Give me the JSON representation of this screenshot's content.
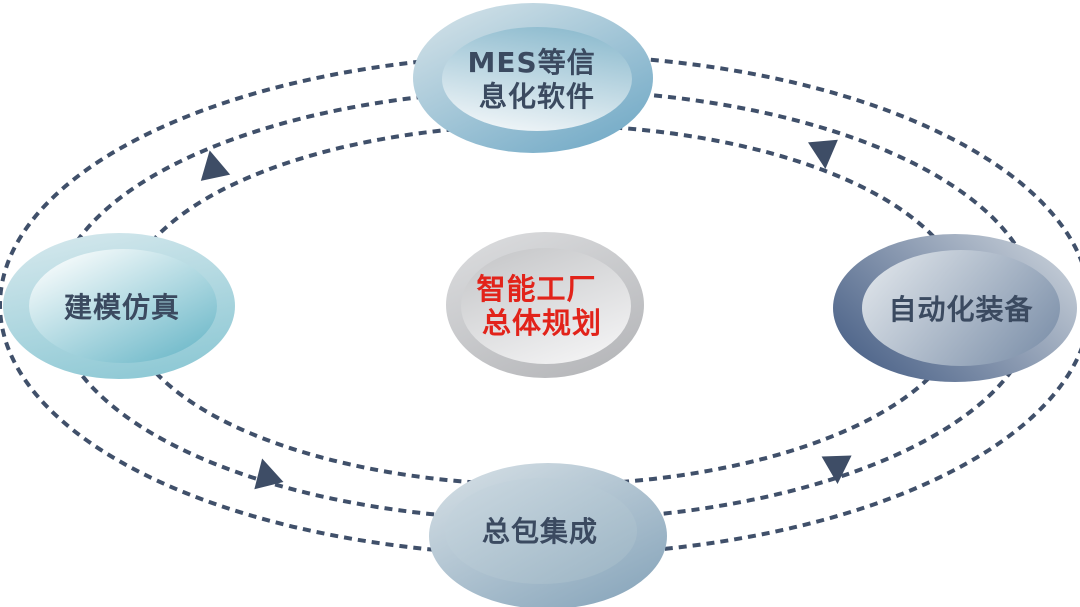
{
  "nodes": {
    "center": {
      "line1": "智能工厂",
      "line2": "总体规划"
    },
    "top": {
      "line1": "MES等信",
      "line2": "息化软件"
    },
    "left": {
      "label": "建模仿真"
    },
    "right": {
      "label": "自动化装备"
    },
    "bottom": {
      "label": "总包集成"
    }
  },
  "orbits": {
    "count": 3,
    "line_style": "dashed",
    "direction": "clockwise",
    "arrow_count": 4
  },
  "colors": {
    "background": "#ffffff",
    "node_label_text": "#3b4a60",
    "center_label_text": "#e2231a",
    "orbit_dash": "#40506a",
    "arrow": "#3e4d66",
    "top_node_ring": [
      "#d9e5ea",
      "#74abc7"
    ],
    "top_node_fill": [
      "#8fbccf",
      "#eef4f7"
    ],
    "left_node_ring": [
      "#d3e7ec",
      "#8fc9d5"
    ],
    "left_node_fill": [
      "#fbfdfd",
      "#68b6c7"
    ],
    "right_node_ring": [
      "#c9d1da",
      "#4a6187"
    ],
    "right_node_fill": [
      "#dce2e8",
      "#7f92ab"
    ],
    "bottom_node_ring": [
      "#d5dfe5",
      "#86a4ba"
    ],
    "bottom_node_fill": [
      "#ccd9e1",
      "#9bb4c4"
    ],
    "center_node_ring": [
      "#dadbdd",
      "#b5b6b9"
    ],
    "center_node_fill": [
      "#c6c7c9",
      "#f2f2f3"
    ]
  }
}
